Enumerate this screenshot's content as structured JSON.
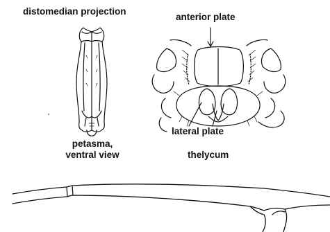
{
  "labels": {
    "distomedian": "distomedian projection",
    "anterior": "anterior plate",
    "lateral": "lateral plate",
    "petasma_line1": "petasma,",
    "petasma_line2": "ventral view",
    "thelycum": "thelycum"
  },
  "colors": {
    "ink": "#111111",
    "background": "#ffffff"
  }
}
